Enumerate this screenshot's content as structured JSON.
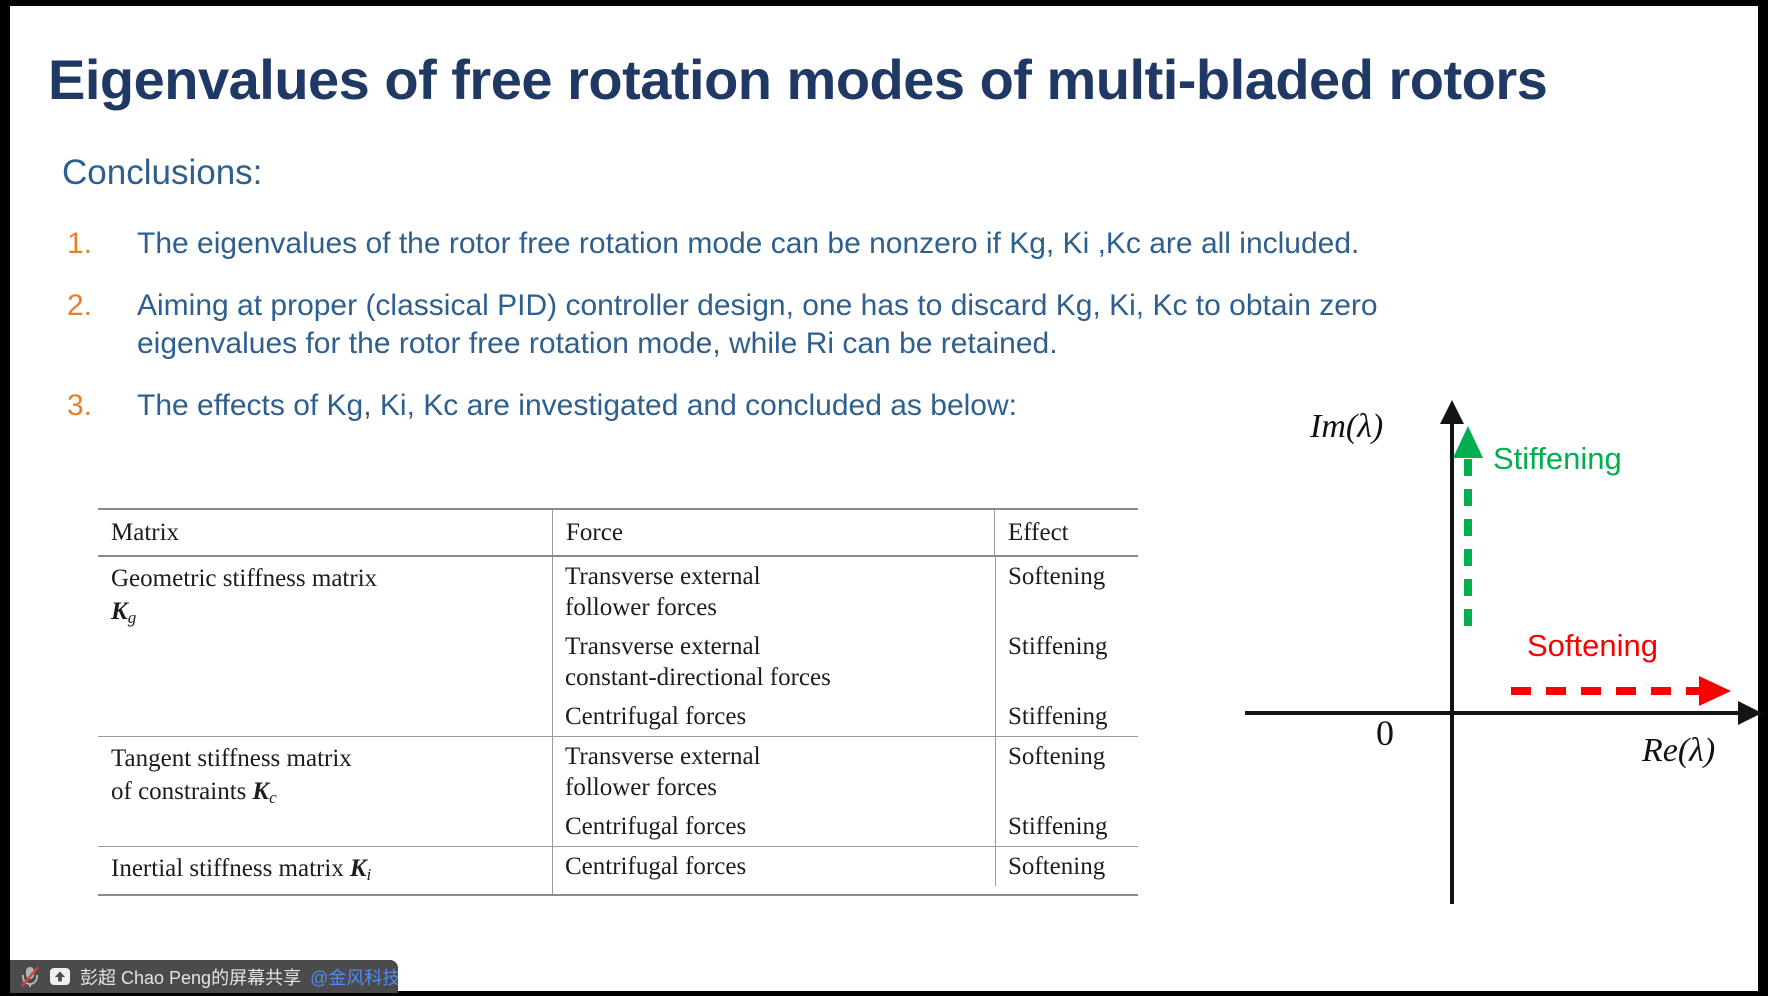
{
  "slide": {
    "title": "Eigenvalues of free rotation modes of multi-bladed rotors",
    "conclusions_heading": "Conclusions:",
    "items": [
      {
        "num": "1.",
        "lines": [
          "The eigenvalues of the rotor free rotation mode can be nonzero if Kg, Ki ,Kc are all included."
        ]
      },
      {
        "num": "2.",
        "lines": [
          "Aiming at proper (classical PID) controller design, one has to discard Kg, Ki, Kc to obtain zero",
          "eigenvalues for the rotor free rotation mode, while Ri can be retained."
        ]
      },
      {
        "num": "3.",
        "lines": [
          "The effects of Kg, Ki, Kc are investigated and concluded as below:"
        ]
      }
    ]
  },
  "table": {
    "headers": [
      "Matrix",
      "Force",
      "Effect"
    ],
    "rows": [
      {
        "matrix_line1": "Geometric stiffness matrix",
        "symbol": "K",
        "sub": "g",
        "forces": [
          {
            "lines": [
              "Transverse external",
              "follower forces"
            ],
            "effect": "Softening"
          },
          {
            "lines": [
              "Transverse external",
              "constant-directional forces"
            ],
            "effect": "Stiffening"
          },
          {
            "lines": [
              "Centrifugal forces"
            ],
            "effect": "Stiffening"
          }
        ]
      },
      {
        "matrix_line1": "Tangent stiffness matrix",
        "matrix_line2_prefix": "of constraints",
        "symbol": "K",
        "sub": "c",
        "forces": [
          {
            "lines": [
              "Transverse external",
              "follower forces"
            ],
            "effect": "Softening"
          },
          {
            "lines": [
              "Centrifugal forces"
            ],
            "effect": "Stiffening"
          }
        ]
      },
      {
        "matrix_line1": "Inertial stiffness matrix",
        "symbol": "K",
        "sub": "i",
        "forces": [
          {
            "lines": [
              "Centrifugal forces"
            ],
            "effect": "Softening"
          }
        ]
      }
    ]
  },
  "diagram": {
    "im_axis_label": "Im(λ)",
    "re_axis_label": "Re(λ)",
    "origin_label": "0",
    "stiffening_label": "Stiffening",
    "softening_label": "Softening",
    "colors": {
      "stiffening_green": "#00B050",
      "softening_red": "#FB0000",
      "axis": "#141414"
    }
  },
  "share_bar": {
    "presenter_text": "彭超 Chao Peng的屏幕共享",
    "company_handle": "@金风科技",
    "bg_color": "#4B4B4B",
    "text_color": "#E3E3E3",
    "handle_color": "#4E8BF5"
  },
  "colors": {
    "title_navy": "#1F3864",
    "body_blue": "#2E5F8F",
    "list_number_orange": "#E87E2B",
    "slide_bg": "#FFFFFF",
    "page_bg": "#000000"
  }
}
